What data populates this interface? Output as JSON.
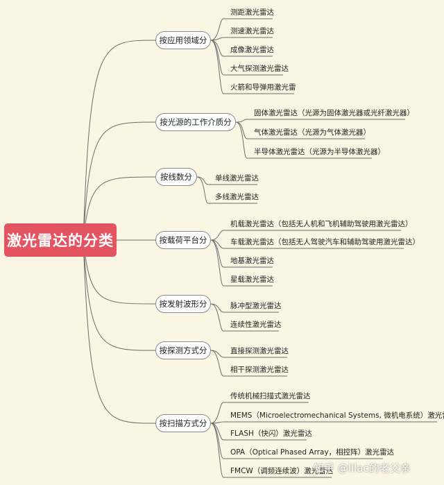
{
  "root": "激光雷达的分类",
  "branches": [
    {
      "label": "按应用领域分",
      "items": [
        "测距激光雷达",
        "测速激光雷达",
        "成像激光雷达",
        "大气探测激光雷达",
        "火箭和导弹用激光雷"
      ]
    },
    {
      "label": "按光源的工作介质分",
      "items": [
        "固体激光雷达（光源为固体激光器或光纤激光器）",
        "气体激光雷达（光源为气体激光器）",
        "半导体激光雷达（光源为半导体激光器）"
      ]
    },
    {
      "label": "按线数分",
      "items": [
        "单线激光雷达",
        "多线激光雷达"
      ]
    },
    {
      "label": "按载荷平台分",
      "items": [
        "机载激光雷达（包括无人机和飞机辅助驾驶用激光雷达）",
        "车载激光雷达（包括无人驾驶汽车和辅助驾驶用激光雷达）",
        "地基激光雷达",
        "星载激光雷达"
      ]
    },
    {
      "label": "按发射波形分",
      "items": [
        "脉冲型激光雷达",
        "连续性激光雷达"
      ]
    },
    {
      "label": "按探测方式分",
      "items": [
        "直接探测激光雷达",
        "相干探测激光雷达"
      ]
    },
    {
      "label": "按扫描方式分",
      "items": [
        "传统机械扫描式激光雷达",
        "MEMS（Microelectromechanical Systems, 微机电系统）激光雷达",
        "FLASH（快闪）激光雷达",
        "OPA（Optical Phased Array，相控阵）激光雷达",
        "FMCW（调频连续波）激光雷达"
      ]
    }
  ],
  "watermark": "知乎 @lilac的老父亲",
  "colors": {
    "background": "#fbf6e4",
    "root": "#e35460",
    "line": "#6a6a6a"
  }
}
